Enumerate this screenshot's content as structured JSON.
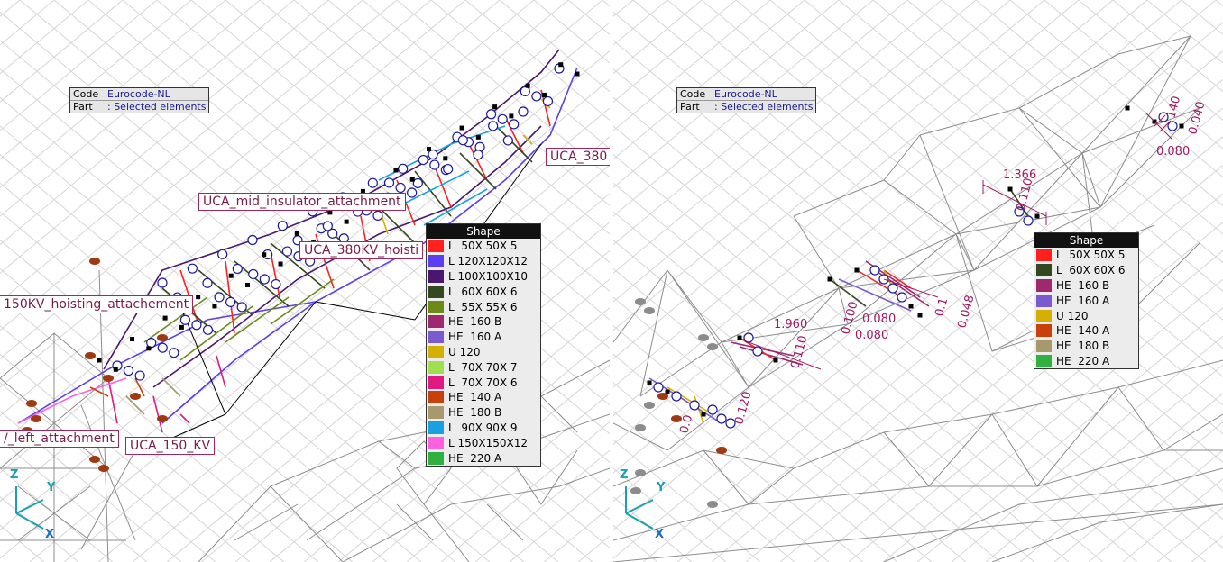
{
  "left_view": {
    "info": [
      {
        "key": "Code",
        "value": "Eurocode-NL"
      },
      {
        "key": "Part",
        "value": ": Selected elements"
      }
    ],
    "legend": {
      "title": "Shape",
      "items": [
        {
          "label": "L  50X 50X 5",
          "color": "#ff2020"
        },
        {
          "label": "L 120X120X12",
          "color": "#5a40f0"
        },
        {
          "label": "L 100X100X10",
          "color": "#4a1670"
        },
        {
          "label": "L  60X 60X 6",
          "color": "#344820"
        },
        {
          "label": "L  55X 55X 6",
          "color": "#6b8a18"
        },
        {
          "label": "HE  160 B",
          "color": "#a0286e"
        },
        {
          "label": "HE  160 A",
          "color": "#7a5ad0"
        },
        {
          "label": "U 120",
          "color": "#d4b000"
        },
        {
          "label": "L  70X 70X 7",
          "color": "#a0e050"
        },
        {
          "label": "L  70X 70X 6",
          "color": "#e01a80"
        },
        {
          "label": "HE  140 A",
          "color": "#c8400a"
        },
        {
          "label": "HE  180 B",
          "color": "#a89870"
        },
        {
          "label": "L  90X 90X 9",
          "color": "#18a0e0"
        },
        {
          "label": "L 150X150X12",
          "color": "#ff60e0"
        },
        {
          "label": "HE  220 A",
          "color": "#30b040"
        }
      ]
    },
    "member_labels": [
      "UCA_mid_insulator_attachment",
      "UCA_380KV_hoisti",
      "UCA_380",
      "150KV_hoisting_attachement",
      "/_left_attachment",
      "UCA_150_KV"
    ],
    "axes": {
      "z": "Z",
      "y": "Y",
      "x": "X"
    }
  },
  "right_view": {
    "info": [
      {
        "key": "Code",
        "value": "Eurocode-NL"
      },
      {
        "key": "Part",
        "value": ": Selected elements"
      }
    ],
    "legend": {
      "title": "Shape",
      "items": [
        {
          "label": "L  50X 50X 5",
          "color": "#ff2020"
        },
        {
          "label": "L  60X 60X 6",
          "color": "#344820"
        },
        {
          "label": "HE  160 B",
          "color": "#a0286e"
        },
        {
          "label": "HE  160 A",
          "color": "#7a5ad0"
        },
        {
          "label": "U 120",
          "color": "#d4b000"
        },
        {
          "label": "HE  140 A",
          "color": "#c8400a"
        },
        {
          "label": "HE  180 B",
          "color": "#a89870"
        },
        {
          "label": "HE  220 A",
          "color": "#30b040"
        }
      ]
    },
    "dimensions": [
      "1.366",
      "0.110",
      "140",
      "0.040",
      "0.080",
      "1.960",
      "0.110",
      "0.100",
      "0.080",
      "0.048",
      "0.1",
      "0.120",
      "0.0",
      "0.080"
    ],
    "axes": {
      "z": "Z",
      "y": "Y",
      "x": "X"
    }
  }
}
